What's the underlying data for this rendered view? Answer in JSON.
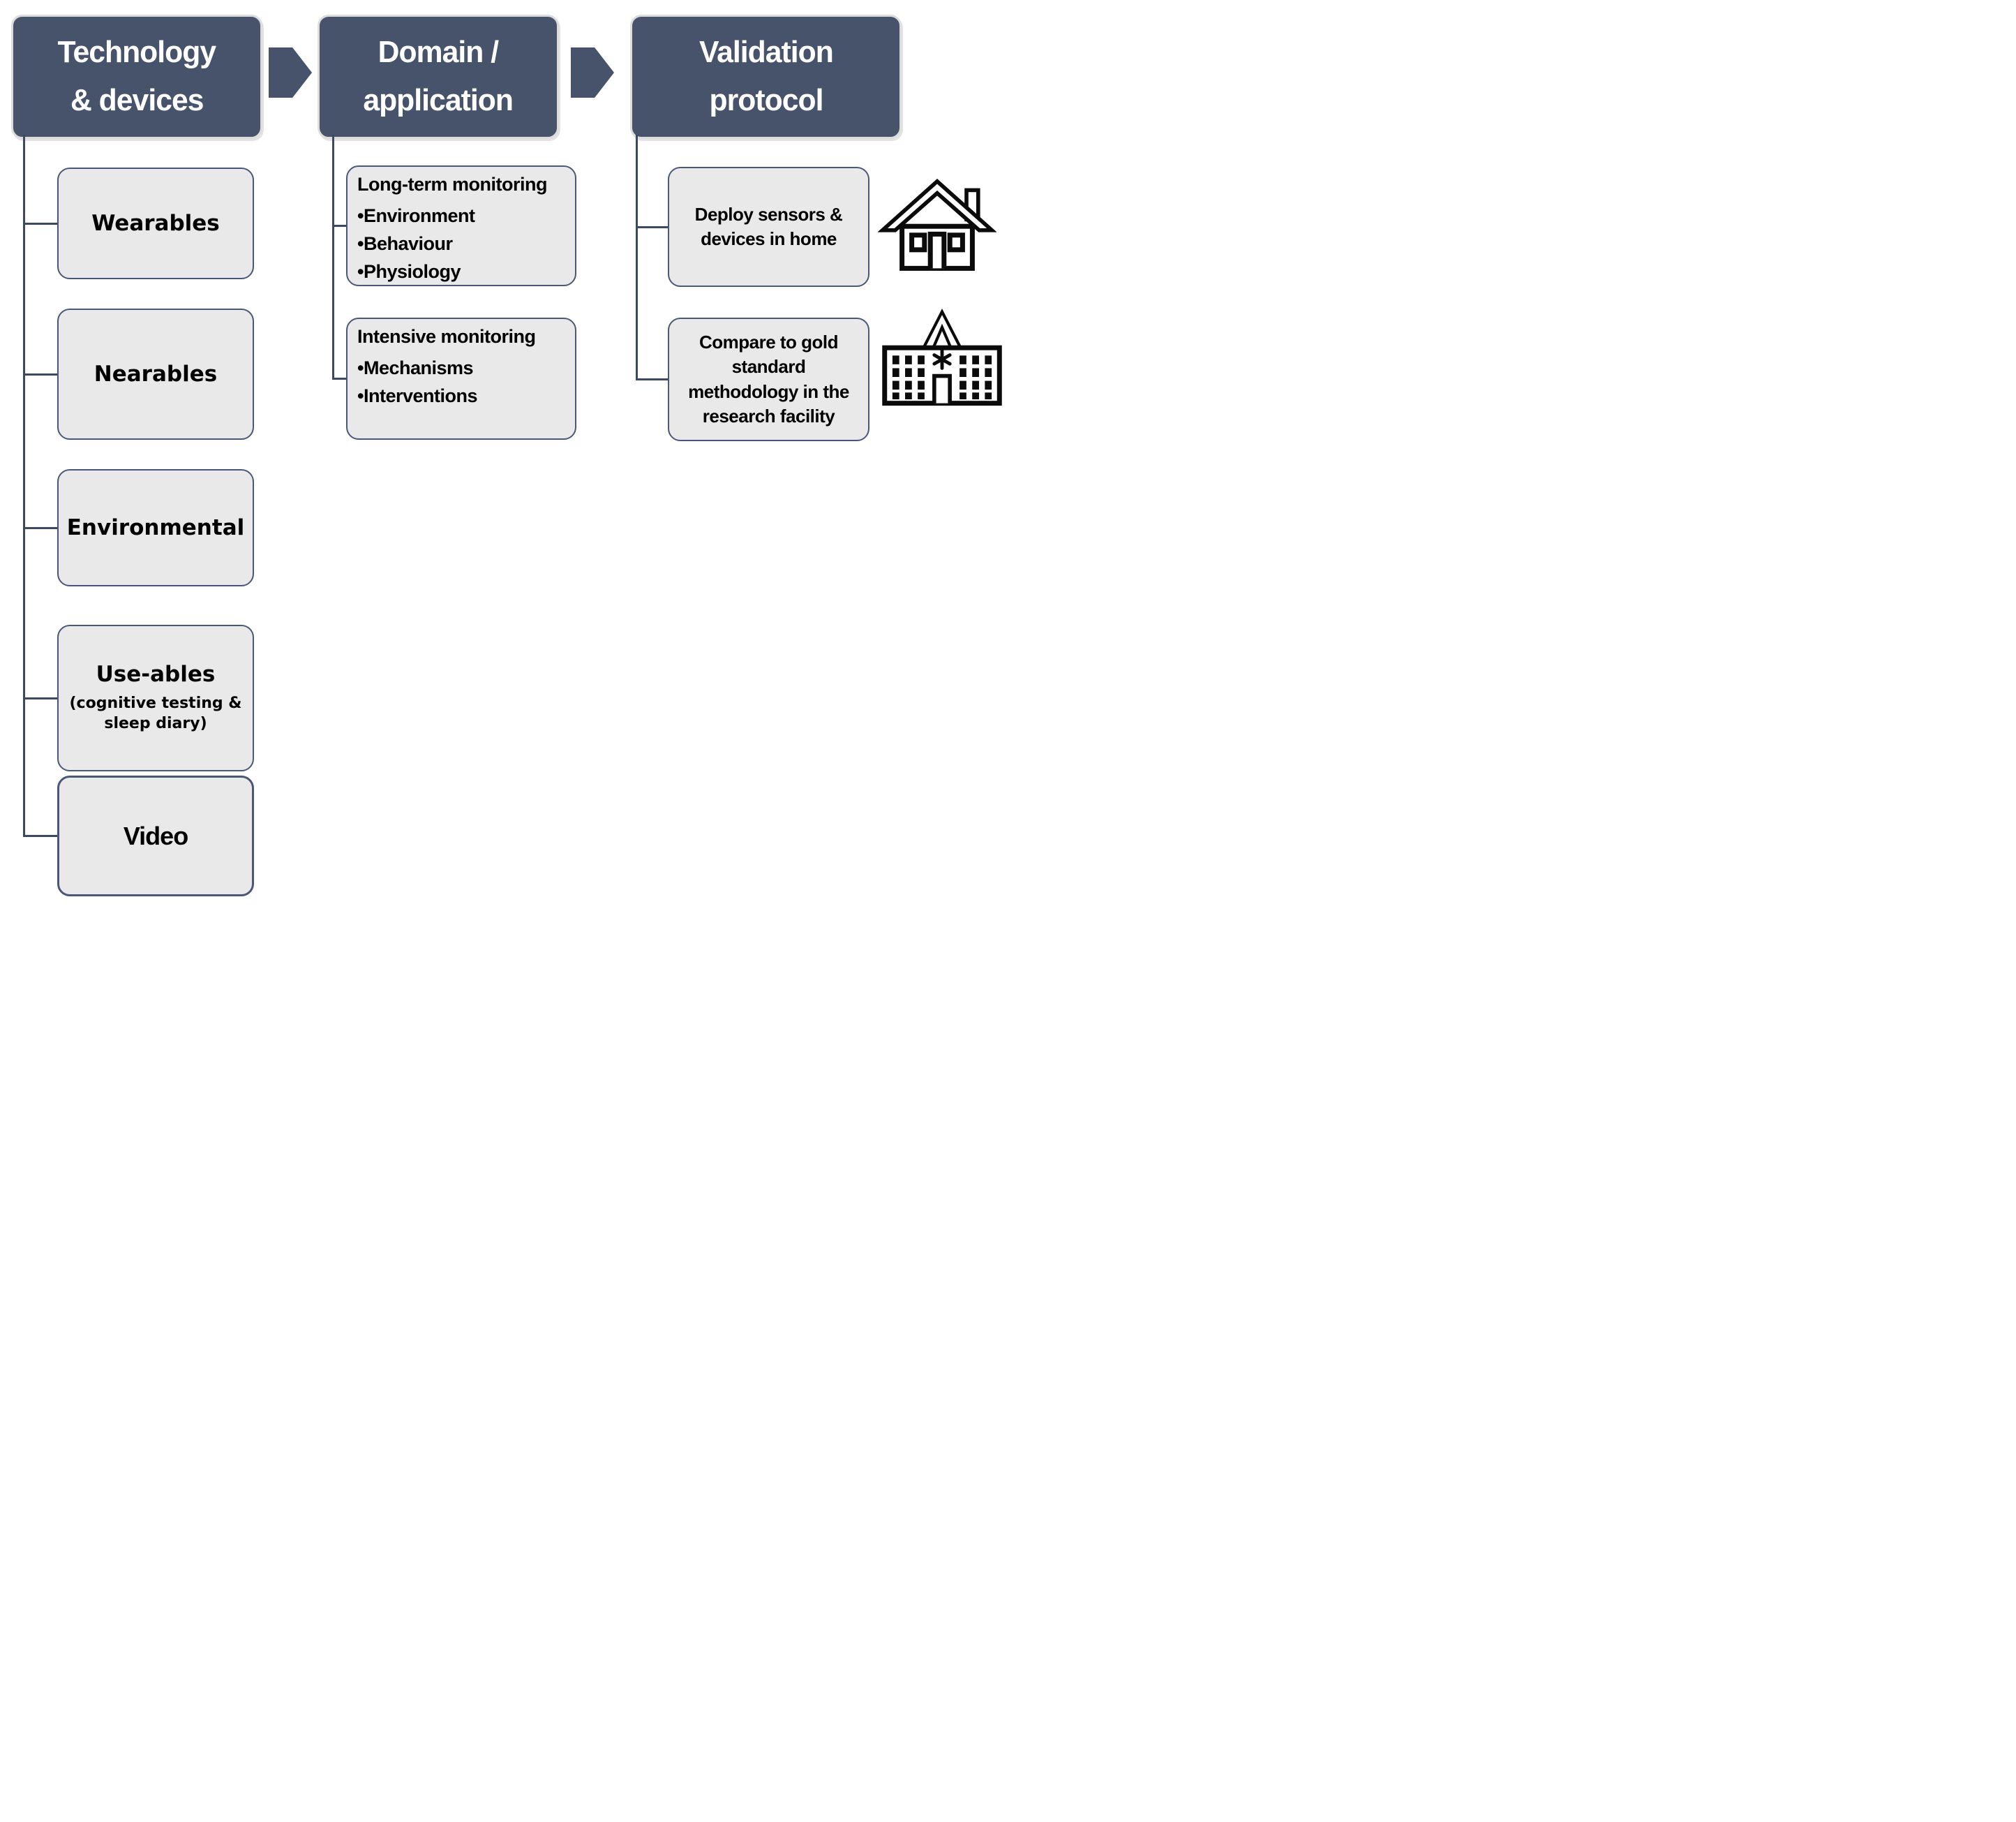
{
  "diagram": {
    "columns": [
      {
        "header": {
          "line1": "Technology",
          "line2": "& devices"
        },
        "items": [
          {
            "label": "Wearables"
          },
          {
            "label": "Nearables"
          },
          {
            "label": "Environmental"
          },
          {
            "label": "Use-ables",
            "sublabel": "(cognitive testing & sleep diary)"
          },
          {
            "label": "Video"
          }
        ]
      },
      {
        "header": {
          "line1": "Domain /",
          "line2": "application"
        },
        "items": [
          {
            "title": "Long-term monitoring",
            "bullets": [
              "•Environment",
              "•Behaviour",
              "•Physiology"
            ]
          },
          {
            "title": "Intensive monitoring",
            "bullets": [
              "•Mechanisms",
              "•Interventions"
            ]
          }
        ]
      },
      {
        "header": {
          "line1": "Validation",
          "line2": "protocol"
        },
        "items": [
          {
            "label": "Deploy sensors & devices in home",
            "icon": "house-icon"
          },
          {
            "label": "Compare to gold standard methodology in the research facility",
            "icon": "research-facility-icon"
          }
        ]
      }
    ],
    "colors": {
      "header_bg": "#47526b",
      "header_text": "#ffffff",
      "header_halo": "#dddddd",
      "arrow": "#47526b",
      "box_bg": "#e9e9e9",
      "box_border": "#4a5878",
      "connector": "#3c4962",
      "item_text": "#000000",
      "icon_stroke": "#0b0b0b"
    }
  }
}
